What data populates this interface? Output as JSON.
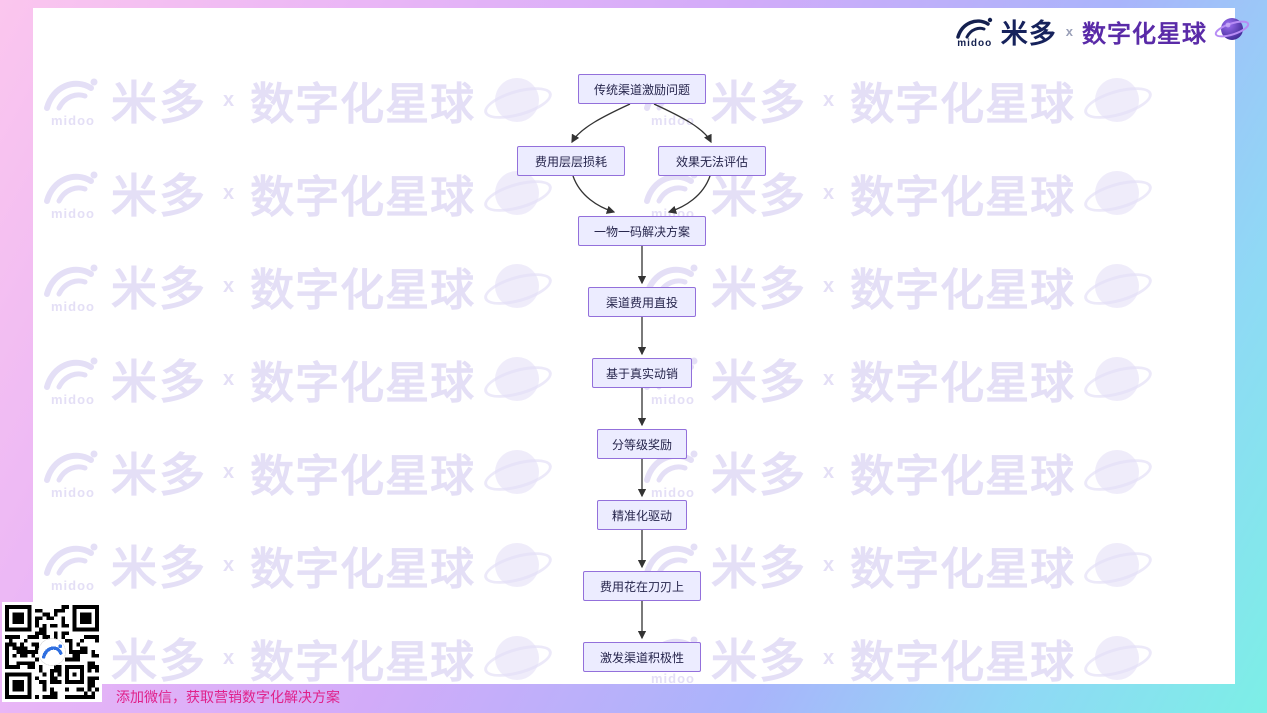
{
  "header": {
    "midoo_logo_text": "midoo",
    "midoo_name": "米多",
    "separator": "x",
    "partner_name": "数字化星球"
  },
  "watermark": {
    "midoo_logo_text": "midoo",
    "midoo_name": "米多",
    "separator": "x",
    "partner_name": "数字化星球",
    "rows": 7,
    "cols": 2
  },
  "flowchart": {
    "nodes": [
      {
        "id": "problem",
        "label": "传统渠道激励问题"
      },
      {
        "id": "cost-loss",
        "label": "费用层层损耗"
      },
      {
        "id": "effect-unmeasurable",
        "label": "效果无法评估"
      },
      {
        "id": "solution",
        "label": "一物一码解决方案"
      },
      {
        "id": "direct-spend",
        "label": "渠道费用直投"
      },
      {
        "id": "real-sales",
        "label": "基于真实动销"
      },
      {
        "id": "tiered-rewards",
        "label": "分等级奖励"
      },
      {
        "id": "precision-driven",
        "label": "精准化驱动"
      },
      {
        "id": "spend-wisely",
        "label": "费用花在刀刃上"
      },
      {
        "id": "motivate-channel",
        "label": "激发渠道积极性"
      }
    ],
    "colors": {
      "node_fill": "#ECECFF",
      "node_border": "#9370DB",
      "edge": "#333333"
    }
  },
  "footer": {
    "wechat_cta": "添加微信，获取营销数字化解决方案",
    "color": "#E0218A"
  }
}
